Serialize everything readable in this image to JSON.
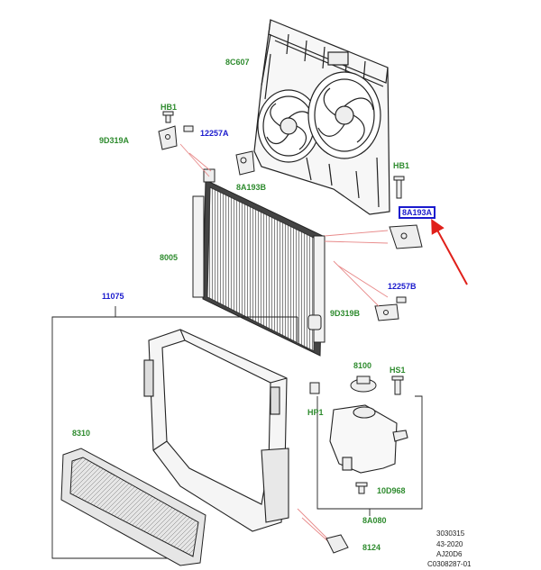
{
  "parts": {
    "fan": "8C607",
    "hb1_top": "HB1",
    "bolt_9d319a": "9D319A",
    "screw_12257a": "12257A",
    "bracket_8a193b": "8A193B",
    "hb1_right": "HB1",
    "bracket_8a193a": "8A193A",
    "radiator": "8005",
    "screw_12257b": "12257B",
    "bolt_9d319b": "9D319B",
    "shroud_11075": "11075",
    "cap_8100": "8100",
    "hs1": "HS1",
    "hp1": "HP1",
    "deflector_8310": "8310",
    "bolt_10d968": "10D968",
    "reservoir_8a080": "8A080",
    "clip_8124": "8124"
  },
  "footer": {
    "line1": "3030315",
    "line2": "43-2020",
    "line3": "AJ20D6",
    "line4": "C0308287-01"
  },
  "colors": {
    "part_label": "#2e8b2e",
    "reference_label": "#1a1acd",
    "highlight_box": "#1a1acd",
    "indicator_arrow": "#e0201a",
    "leader_line": "#e88a8a"
  },
  "highlighted_part": "8A193A"
}
